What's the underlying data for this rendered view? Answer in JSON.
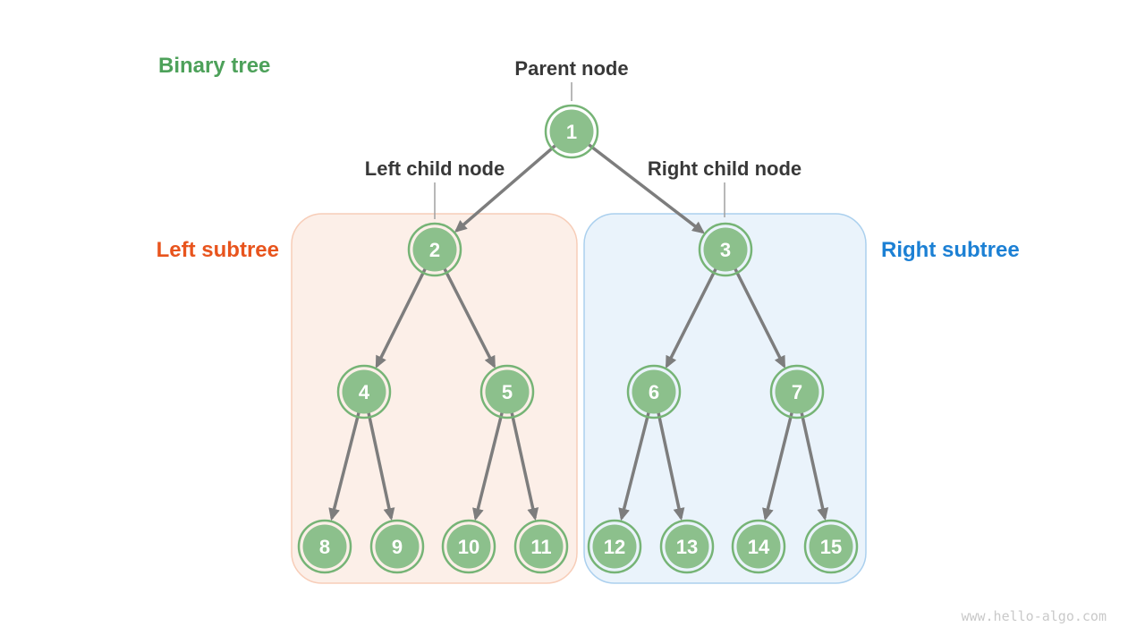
{
  "page": {
    "background": "#FFFFFF"
  },
  "title": {
    "text": "Binary tree",
    "color": "#4DA15A"
  },
  "annotations": {
    "parent_node": "Parent node",
    "left_child_node": "Left child node",
    "right_child_node": "Right child node"
  },
  "regions": {
    "left_subtree": {
      "label": "Left subtree",
      "label_color": "#E8541D",
      "fill": "#FCEFE8",
      "border": "#F7CDB8"
    },
    "right_subtree": {
      "label": "Right subtree",
      "label_color": "#1C80D4",
      "fill": "#EAF3FB",
      "border": "#ABD0EE"
    }
  },
  "tree": {
    "nodes": [
      "1",
      "2",
      "3",
      "4",
      "5",
      "6",
      "7",
      "8",
      "9",
      "10",
      "11",
      "12",
      "13",
      "14",
      "15"
    ],
    "edges": [
      [
        1,
        2
      ],
      [
        1,
        3
      ],
      [
        2,
        4
      ],
      [
        2,
        5
      ],
      [
        3,
        6
      ],
      [
        3,
        7
      ],
      [
        4,
        8
      ],
      [
        4,
        9
      ],
      [
        5,
        10
      ],
      [
        5,
        11
      ],
      [
        6,
        12
      ],
      [
        6,
        13
      ],
      [
        7,
        14
      ],
      [
        7,
        15
      ]
    ],
    "node_fill": "#8CC08C",
    "node_ring": "#76B476",
    "value_color": "#FFFFFF"
  },
  "connectors": {
    "arrow_color": "#7D7D7D",
    "label_line_color": "#A0A0A0"
  },
  "watermark": {
    "text": "www.hello-algo.com",
    "color": "#C9C9C9"
  }
}
